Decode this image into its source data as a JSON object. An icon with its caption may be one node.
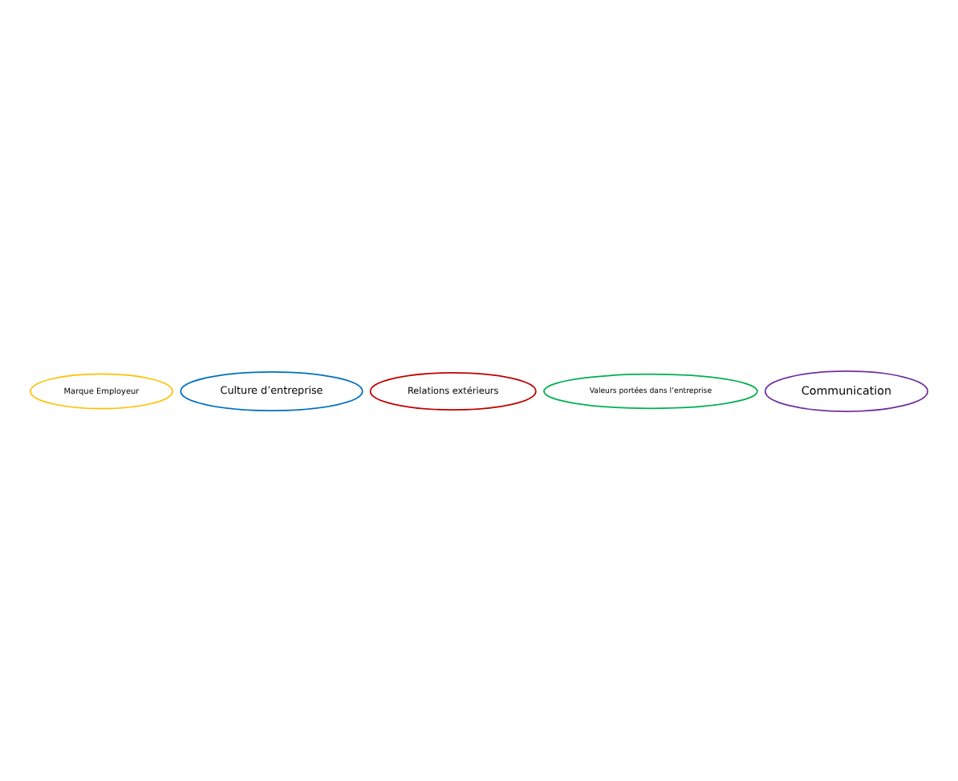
{
  "diagram": {
    "nodes": [
      {
        "text": [
          "Marque Employeur"
        ]
      },
      {
        "text": [
          "Culture d’entreprise"
        ]
      },
      {
        "text": [
          "Relations extérieurs"
        ]
      },
      {
        "text": [
          "Valeurs portées dans l’entreprise"
        ]
      },
      {
        "text": [
          "Communication"
        ]
      }
    ]
  }
}
